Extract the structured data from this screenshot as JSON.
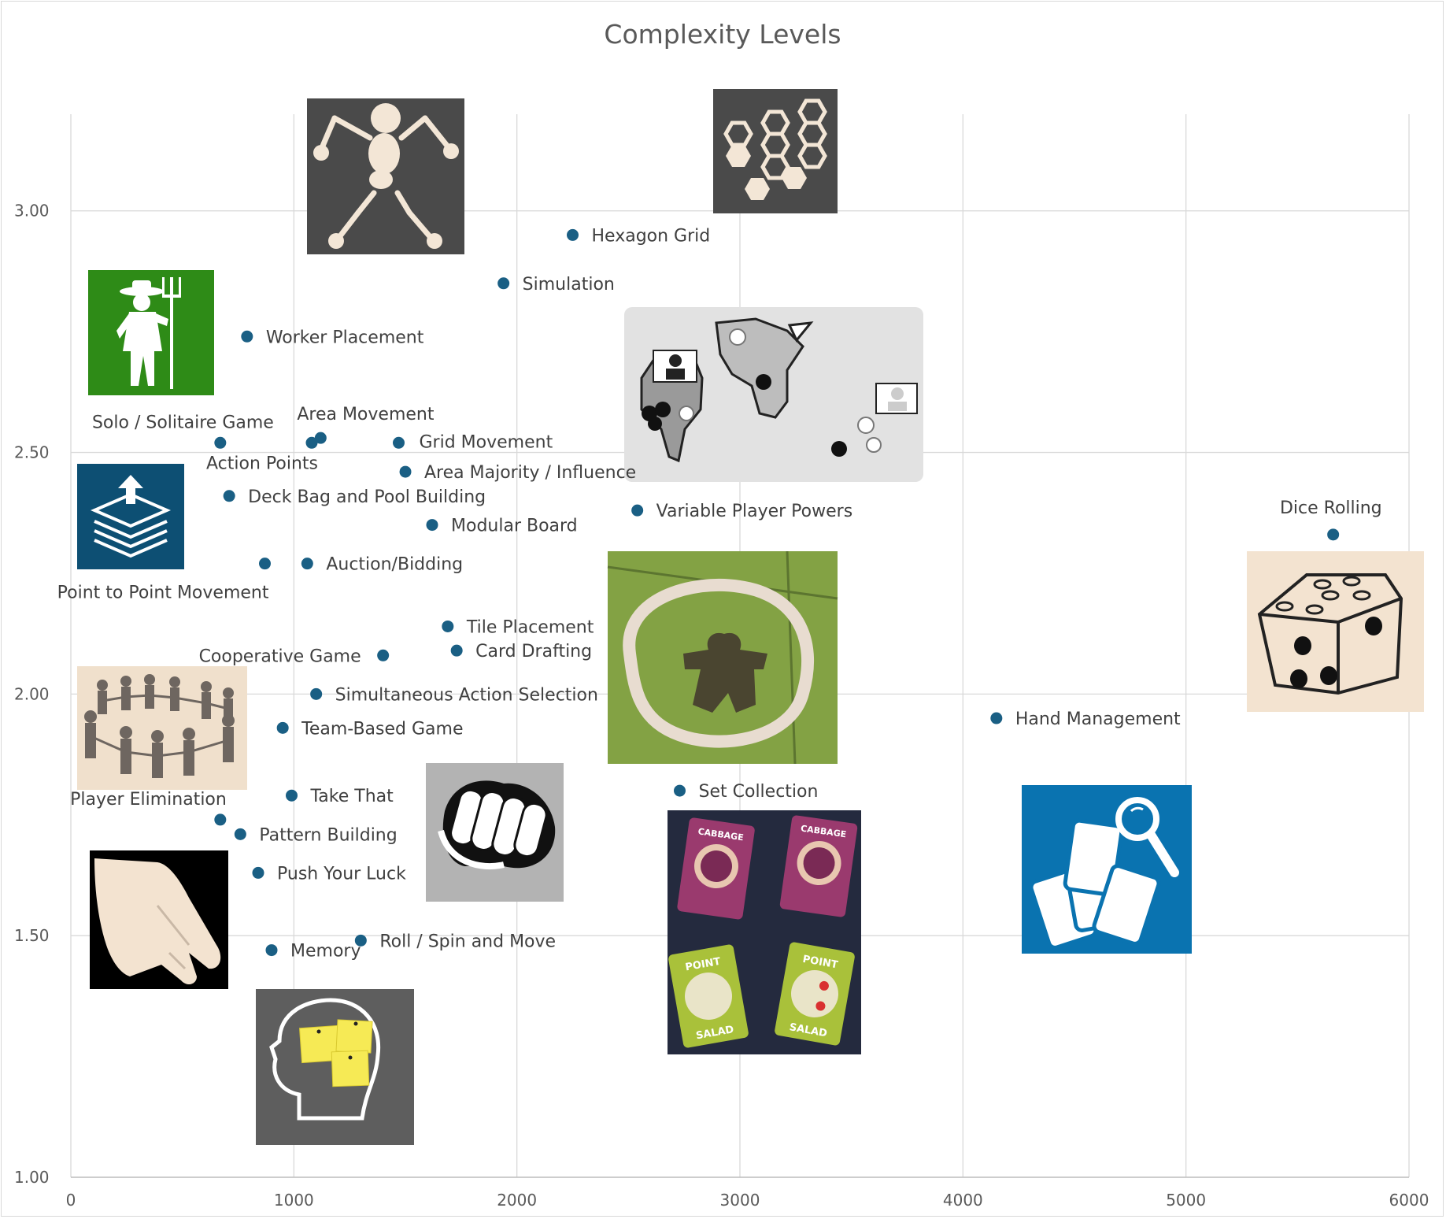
{
  "chart_data": {
    "type": "scatter",
    "title": "Complexity Levels",
    "xlim": [
      0,
      6000
    ],
    "ylim": [
      1.0,
      3.2
    ],
    "x_ticks": [
      "0",
      "1000",
      "2000",
      "3000",
      "4000",
      "5000",
      "6000"
    ],
    "y_ticks": [
      "1.00",
      "1.50",
      "2.00",
      "2.50",
      "3.00"
    ],
    "grid": true,
    "marker_color": "#1a5f84",
    "points": [
      {
        "label": "Hexagon Grid",
        "x": 2250,
        "y": 2.95
      },
      {
        "label": "Simulation",
        "x": 1940,
        "y": 2.85
      },
      {
        "label": "Worker Placement",
        "x": 790,
        "y": 2.74
      },
      {
        "label": "Solo / Solitaire Game",
        "x": 670,
        "y": 2.52
      },
      {
        "label": "Area Movement",
        "x": 1120,
        "y": 2.53
      },
      {
        "label": "Action Points",
        "x": 1080,
        "y": 2.52
      },
      {
        "label": "Grid Movement",
        "x": 1470,
        "y": 2.52
      },
      {
        "label": "Area Majority / Influence",
        "x": 1500,
        "y": 2.46
      },
      {
        "label": "Deck Bag and Pool Building",
        "x": 710,
        "y": 2.41
      },
      {
        "label": "Modular Board",
        "x": 1620,
        "y": 2.35
      },
      {
        "label": "Variable Player Powers",
        "x": 2540,
        "y": 2.38
      },
      {
        "label": "Dice Rolling",
        "x": 5660,
        "y": 2.33
      },
      {
        "label": "Point to Point Movement",
        "x": 870,
        "y": 2.27
      },
      {
        "label": "Auction/Bidding",
        "x": 1060,
        "y": 2.27
      },
      {
        "label": "Tile Placement",
        "x": 1690,
        "y": 2.14
      },
      {
        "label": "Card Drafting",
        "x": 1730,
        "y": 2.09
      },
      {
        "label": "Cooperative Game",
        "x": 1400,
        "y": 2.08
      },
      {
        "label": "Simultaneous Action Selection",
        "x": 1100,
        "y": 2.0
      },
      {
        "label": "Hand Management",
        "x": 4150,
        "y": 1.95
      },
      {
        "label": "Team-Based Game",
        "x": 950,
        "y": 1.93
      },
      {
        "label": "Set Collection",
        "x": 2730,
        "y": 1.8
      },
      {
        "label": "Take That",
        "x": 990,
        "y": 1.79
      },
      {
        "label": "Player Elimination",
        "x": 670,
        "y": 1.74
      },
      {
        "label": "Pattern Building",
        "x": 760,
        "y": 1.71
      },
      {
        "label": "Push Your Luck",
        "x": 840,
        "y": 1.63
      },
      {
        "label": "Roll / Spin and Move",
        "x": 1300,
        "y": 1.49
      },
      {
        "label": "Memory",
        "x": 900,
        "y": 1.47
      }
    ]
  },
  "icons": [
    "stick-figure-icon",
    "hexagon-grid-icon",
    "farmer-worker-icon",
    "area-map-icon",
    "deck-building-icon",
    "dice-icon",
    "meeple-tile-photo",
    "children-circle-photo",
    "fist-icon",
    "cabbage-cards-photo",
    "hand-management-icon",
    "pointing-hand-icon",
    "memory-head-icon"
  ],
  "card_text": {
    "cabbage": "CABBAGE",
    "point": "POINT",
    "salad": "SALAD"
  }
}
